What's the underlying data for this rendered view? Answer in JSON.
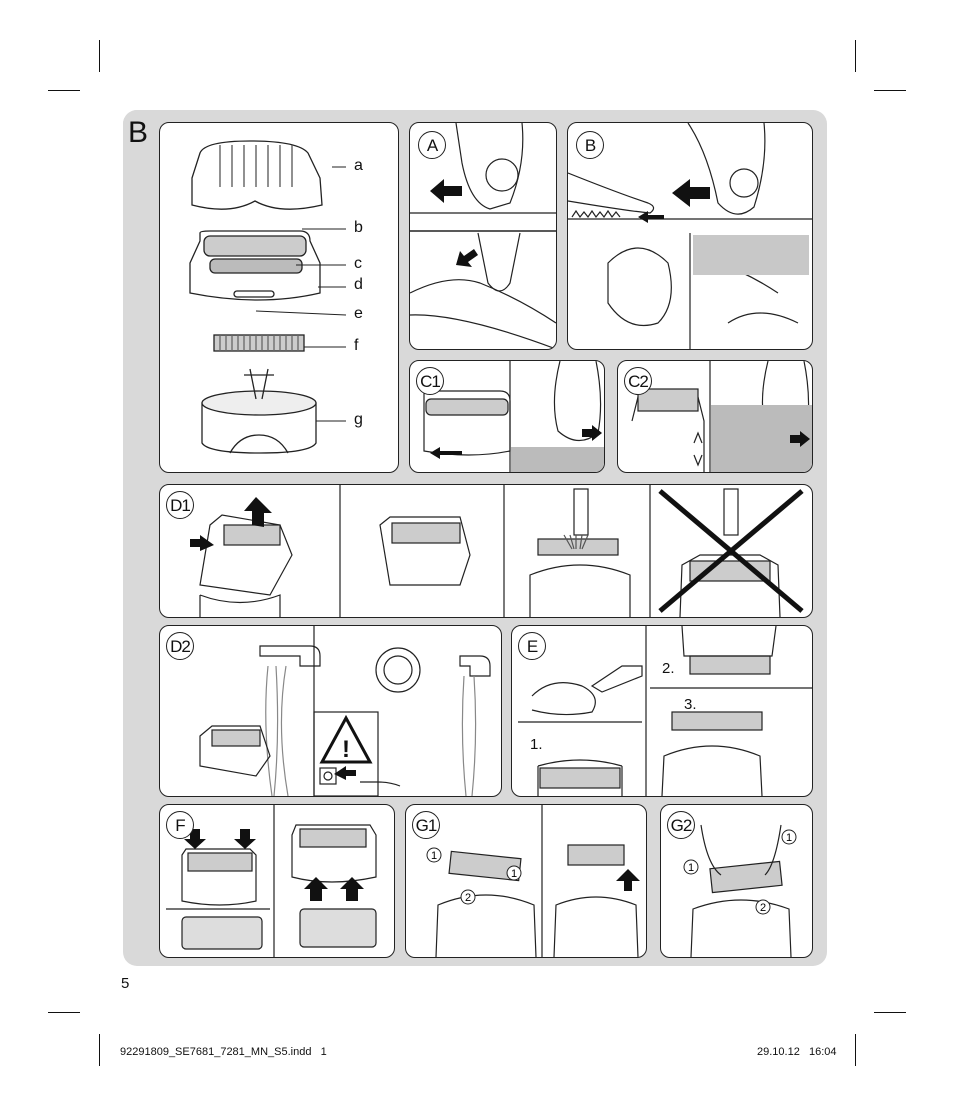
{
  "section_letter": "B",
  "page_number": "5",
  "footer": {
    "file": "92291809_SE7681_7281_MN_S5.indd   1",
    "datetime": "29.10.12   16:04"
  },
  "panels": {
    "parts": {
      "labels": [
        "a",
        "b",
        "c",
        "d",
        "e",
        "f",
        "g"
      ]
    },
    "A": {
      "tag": "A"
    },
    "B": {
      "tag": "B"
    },
    "C1": {
      "tag": "C1"
    },
    "C2": {
      "tag": "C2"
    },
    "D1": {
      "tag": "D1"
    },
    "D2": {
      "tag": "D2"
    },
    "E": {
      "tag": "E",
      "steps": [
        "1.",
        "2.",
        "3."
      ]
    },
    "F": {
      "tag": "F"
    },
    "G1": {
      "tag": "G1",
      "step_markers": [
        "1",
        "2",
        "1"
      ]
    },
    "G2": {
      "tag": "G2",
      "step_markers": [
        "1",
        "2",
        "1"
      ]
    }
  },
  "icon_names": [
    "trimmer-cap-illustration",
    "shaver-head-illustration",
    "cutter-block-illustration",
    "shaver-base-illustration",
    "direction-arrow-icon",
    "warning-triangle-icon",
    "power-plug-icon",
    "water-tap-icon",
    "cleaning-brush-icon",
    "prohibited-cross-icon",
    "oil-bottle-icon"
  ],
  "colors": {
    "sheet": "#d9d9d9",
    "line": "#222222",
    "arrow": "#111111"
  }
}
